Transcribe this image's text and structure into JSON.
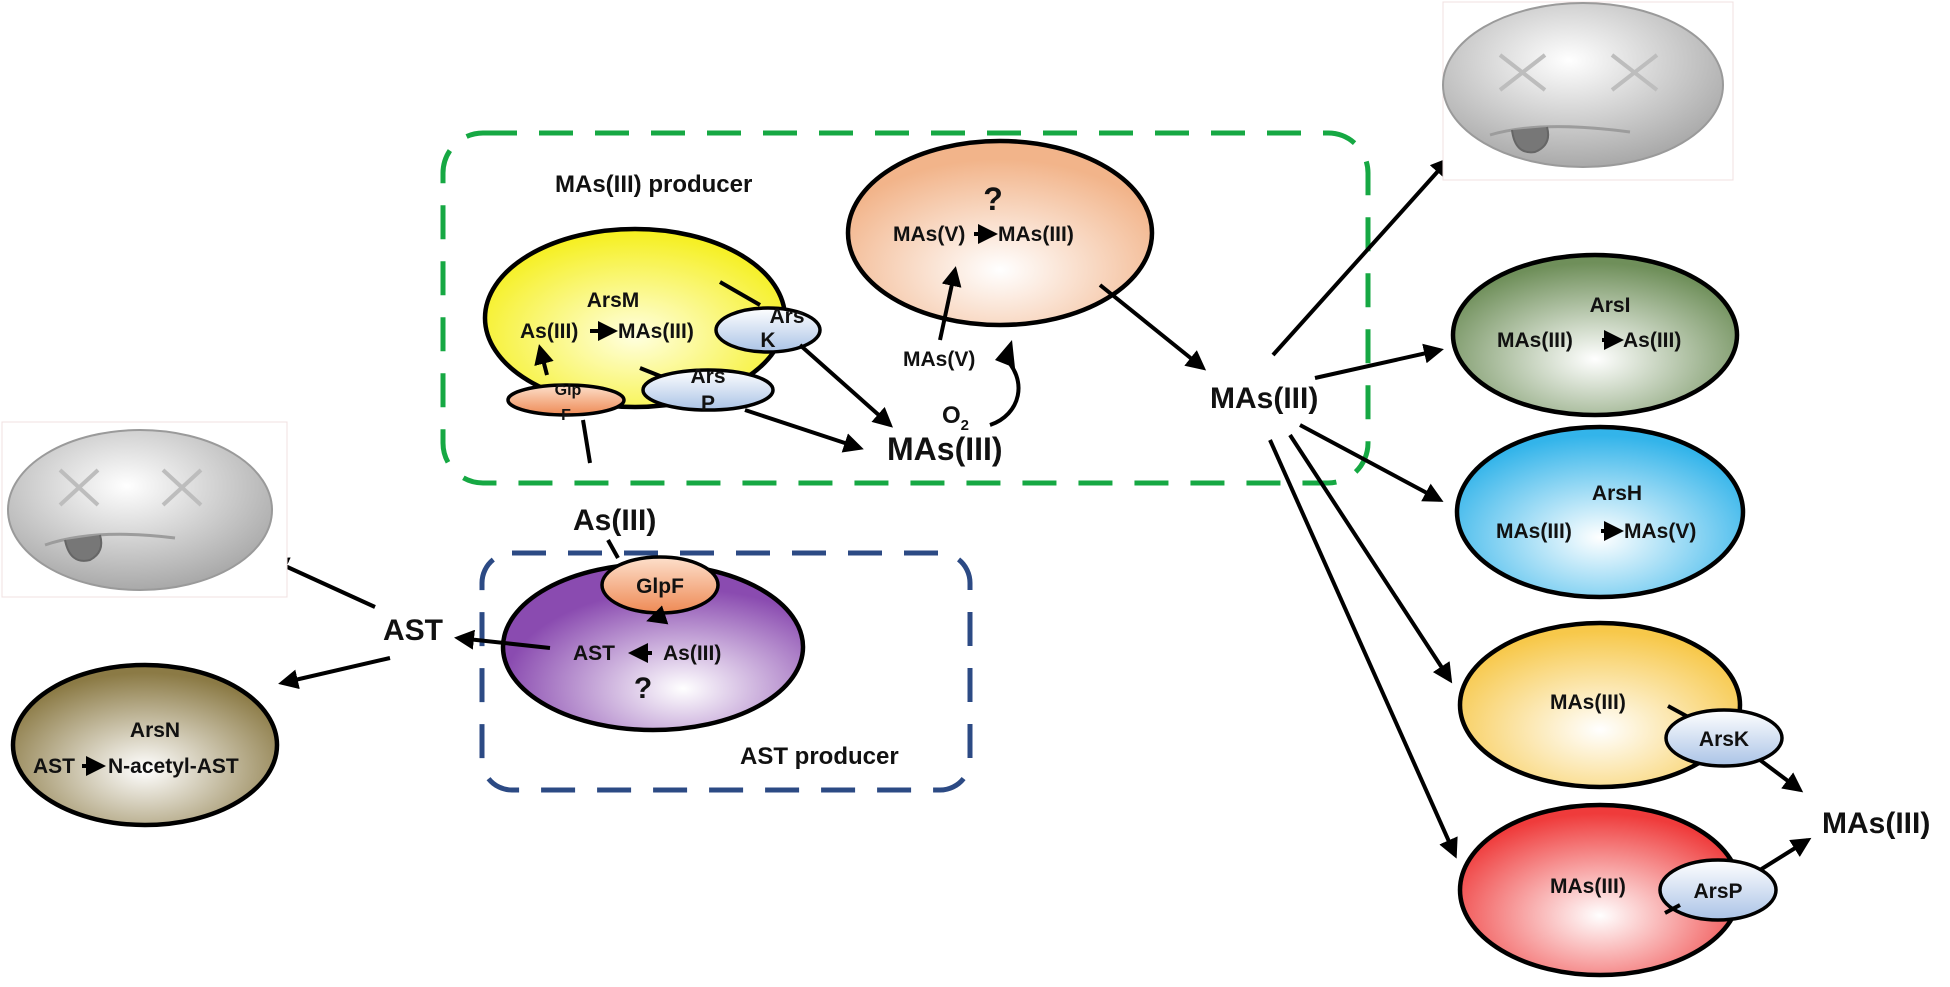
{
  "boxes": {
    "mas_producer": "MAs(III) producer",
    "ast_producer": "AST producer"
  },
  "mas_producer": {
    "arsm_name": "ArsM",
    "arsm_reaction_left": "As(III)",
    "arsm_reaction_right": "MAs(III)",
    "arsk_top": "Ars",
    "arsk_bottom": "K",
    "arsp_top": "Ars",
    "arsp_bottom": "P",
    "glpf_top": "Glp",
    "glpf_bottom": "F",
    "reducer_question": "?",
    "reducer_left": "MAs(V)",
    "reducer_right": "MAs(III)",
    "mas_v": "MAs(V)",
    "o2": "O",
    "o2_sub": "2",
    "mas_out": "MAs(III)"
  },
  "center": {
    "mas": "MAs(III)",
    "as_iii": "As(III)",
    "ast": "AST"
  },
  "ast_producer": {
    "glpf": "GlpF",
    "ast": "AST",
    "as_iii": "As(III)",
    "question": "?"
  },
  "arsn": {
    "name": "ArsN",
    "left": "AST",
    "right": "N-acetyl-AST"
  },
  "right": {
    "arsi_name": "ArsI",
    "arsi_left": "MAs(III)",
    "arsi_right": "As(III)",
    "arsh_name": "ArsH",
    "arsh_left": "MAs(III)",
    "arsh_right": "MAs(V)",
    "arsk_cell_mas": "MAs(III)",
    "arsk": "ArsK",
    "arsp_cell_mas": "MAs(III)",
    "arsp": "ArsP",
    "exported": "MAs(III)"
  },
  "icons": [
    "dead-face-icon",
    "dead-face-icon"
  ]
}
